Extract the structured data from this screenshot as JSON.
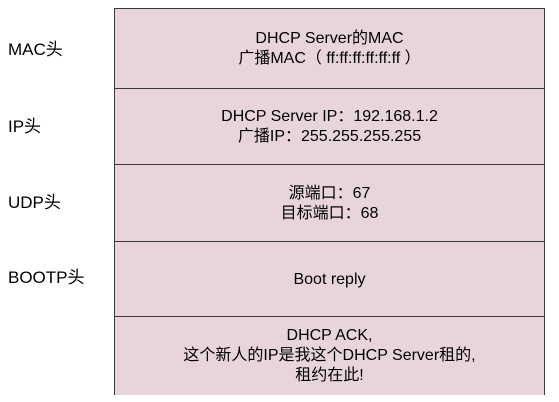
{
  "diagram": {
    "labels": [
      "MAC头",
      "IP头",
      "UDP头",
      "BOOTP头"
    ],
    "cells": [
      {
        "lines": [
          "DHCP Server的MAC",
          "广播MAC（ ff:ff:ff:ff:ff:ff ）"
        ]
      },
      {
        "lines": [
          "DHCP Server IP：192.168.1.2",
          "广播IP：255.255.255.255"
        ]
      },
      {
        "lines": [
          "源端口：67",
          "目标端口：68"
        ]
      },
      {
        "lines": [
          "Boot reply"
        ]
      },
      {
        "lines": [
          "DHCP ACK,",
          "这个新人的IP是我这个DHCP Server租的,",
          "租约在此!"
        ]
      }
    ]
  },
  "colors": {
    "cell_fill": "#e8d4dc",
    "border": "#3a3a3a"
  }
}
